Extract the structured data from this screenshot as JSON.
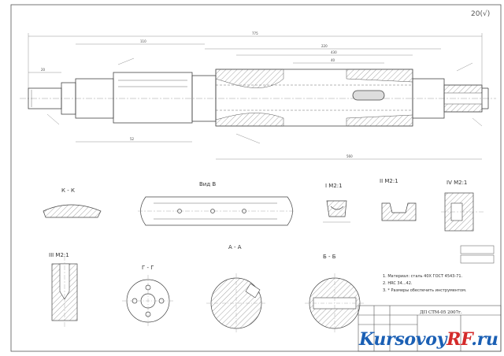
{
  "document": {
    "roughness_mark": "20(√)",
    "title_block_code": "ДП СТМ-05 2007г.",
    "notes": [
      "1. Материал: сталь 40Х ГОСТ 4543-71.",
      "2. HRC 34...42.",
      "3. * Размеры обеспечить инструментом."
    ],
    "section_labels": {
      "k_k": "К - К",
      "view_v": "Вид В",
      "detail_i": "I  М2:1",
      "detail_ii": "II  М2:1",
      "detail_iv": "IV  М2:1",
      "detail_iii": "III  М2:1",
      "g_g": "Г - Г",
      "a_a": "А - А",
      "b_b": "Б - Б"
    },
    "dimensions": [
      "775",
      "110",
      "220",
      "430",
      "560",
      "52",
      "20",
      "40"
    ]
  },
  "watermark": {
    "part1": "Kursovoy",
    "part2": "RF",
    "part3": ".ru"
  }
}
